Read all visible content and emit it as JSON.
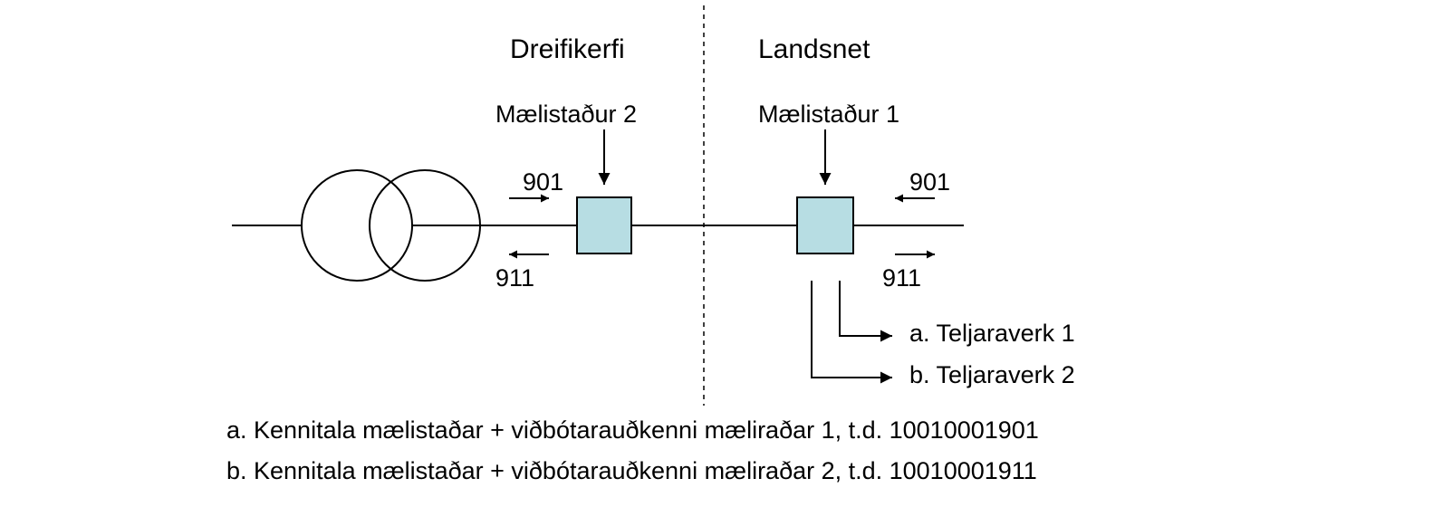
{
  "regions": {
    "left_title": "Dreifikerfi",
    "right_title": "Landsnet"
  },
  "meters": {
    "left": {
      "label": "Mælistaður 2",
      "box_color": "#b7dde3"
    },
    "right": {
      "label": "Mælistaður 1",
      "box_color": "#b7dde3"
    }
  },
  "flows": {
    "left_in": "901",
    "left_out": "911",
    "right_in": "901",
    "right_out": "911"
  },
  "registers": {
    "a": "a. Teljaraverk 1",
    "b": "b. Teljaraverk 2"
  },
  "notes": [
    "a. Kennitala mælistaðar + viðbótarauðkenni mæliraðar 1, t.d. 10010001901",
    "b. Kennitala mælistaðar + viðbótarauðkenni mæliraðar 2, t.d. 10010001911"
  ]
}
